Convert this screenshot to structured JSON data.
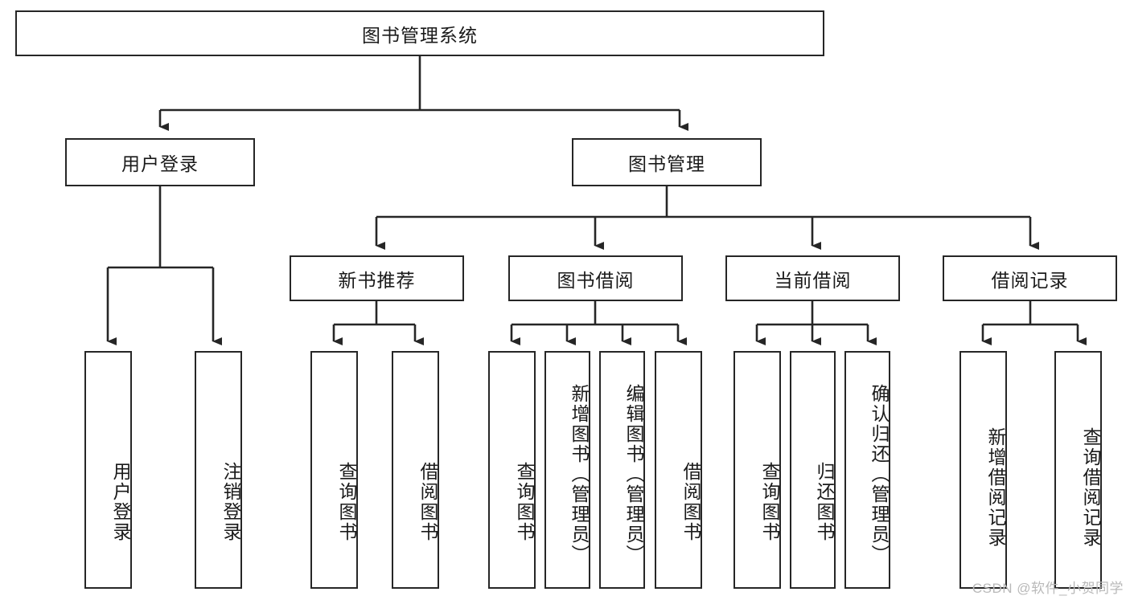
{
  "diagram": {
    "title": "图书管理系统",
    "type": "hierarchy-tree",
    "root": {
      "label": "图书管理系统"
    },
    "level2": [
      {
        "label": "用户登录"
      },
      {
        "label": "图书管理"
      }
    ],
    "level3": [
      {
        "label": "新书推荐"
      },
      {
        "label": "图书借阅"
      },
      {
        "label": "当前借阅"
      },
      {
        "label": "借阅记录"
      }
    ],
    "leaves": [
      {
        "label": "用户登录",
        "parent": "用户登录"
      },
      {
        "label": "注销登录",
        "parent": "用户登录"
      },
      {
        "label": "查询图书",
        "parent": "新书推荐"
      },
      {
        "label": "借阅图书",
        "parent": "新书推荐"
      },
      {
        "label": "查询图书",
        "parent": "图书借阅"
      },
      {
        "label": "新增图书（管理员）",
        "parent": "图书借阅"
      },
      {
        "label": "编辑图书（管理员）",
        "parent": "图书借阅"
      },
      {
        "label": "借阅图书",
        "parent": "图书借阅"
      },
      {
        "label": "查询图书",
        "parent": "当前借阅"
      },
      {
        "label": "归还图书",
        "parent": "当前借阅"
      },
      {
        "label": "确认归还（管理员）",
        "parent": "当前借阅"
      },
      {
        "label": "新增借阅记录",
        "parent": "借阅记录"
      },
      {
        "label": "查询借阅记录",
        "parent": "借阅记录"
      }
    ]
  },
  "watermark": {
    "text": "CSDN @软件_小贺同学"
  },
  "colors": {
    "stroke": "#262626",
    "background": "#ffffff",
    "text": "#1a1a1a",
    "watermark": "#b9b9b9"
  }
}
